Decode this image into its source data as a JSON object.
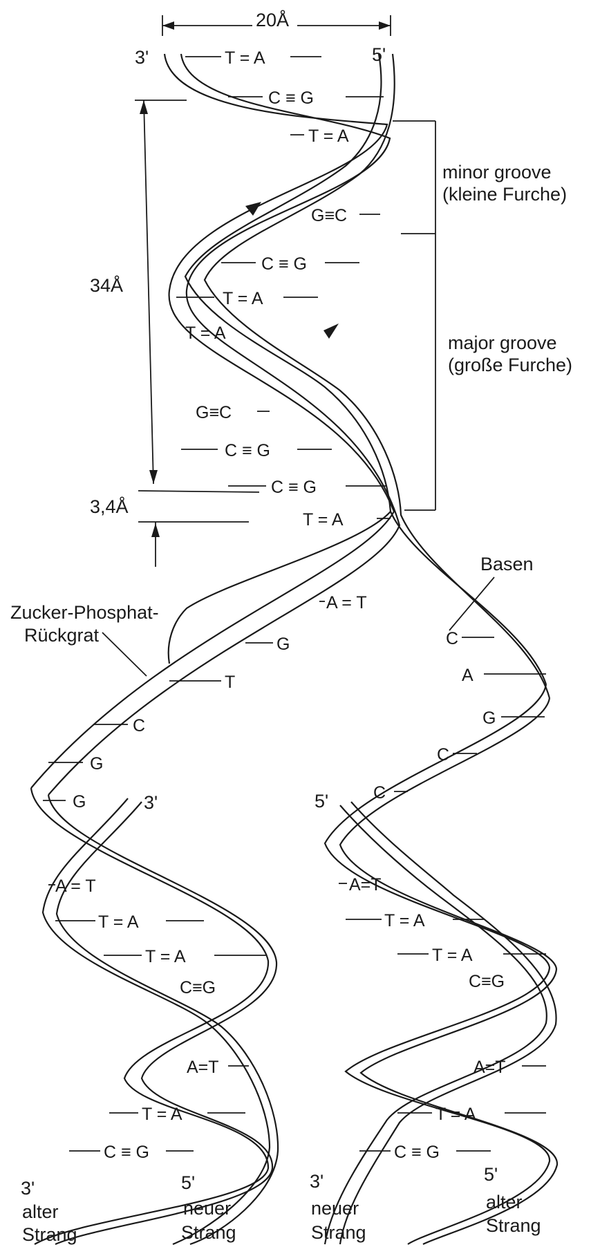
{
  "dimensions": {
    "width_label": "20Å",
    "pitch_label": "34Å",
    "rise_label": "3,4Å"
  },
  "grooves": {
    "minor": "minor groove",
    "minor_de": "(kleine Furche)",
    "major": "major groove",
    "major_de": "(große Furche)"
  },
  "labels": {
    "top_left_end": "3'",
    "top_right_end": "5'",
    "bases": "Basen",
    "backbone_line1": "Zucker-Phosphat-",
    "backbone_line2": "Rückgrat",
    "left_daughter_top": "3'",
    "right_daughter_top": "5'"
  },
  "bottom_labels": {
    "s1_end": "3'",
    "s1_name": "alter",
    "s1_word": "Strang",
    "s2_end": "5'",
    "s2_name": "neuer",
    "s2_word": "Strang",
    "s3_end": "3'",
    "s3_name": "neuer",
    "s3_word": "Strang",
    "s4_end": "5'",
    "s4_name": "alter",
    "s4_word": "Strang"
  },
  "parent_pairs": [
    "T = A",
    "C ≡ G",
    "T = A",
    "G≡C",
    "C ≡ G",
    "T = A",
    "T = A",
    "G≡C",
    "C ≡ G",
    "C ≡ G",
    "T = A"
  ],
  "fork_pair": "A = T",
  "left_single_bases": [
    "G",
    "T",
    "C",
    "G",
    "G"
  ],
  "right_single_bases": [
    "C",
    "A",
    "G",
    "C",
    "C"
  ],
  "left_daughter_pairs": [
    "A = T",
    "T = A",
    "T = A",
    "C≡G",
    "A=T",
    "T = A",
    "C ≡ G"
  ],
  "right_daughter_pairs": [
    "A=T",
    "T = A",
    "T = A",
    "C≡G",
    "A=T",
    "T = A",
    "C ≡ G"
  ]
}
